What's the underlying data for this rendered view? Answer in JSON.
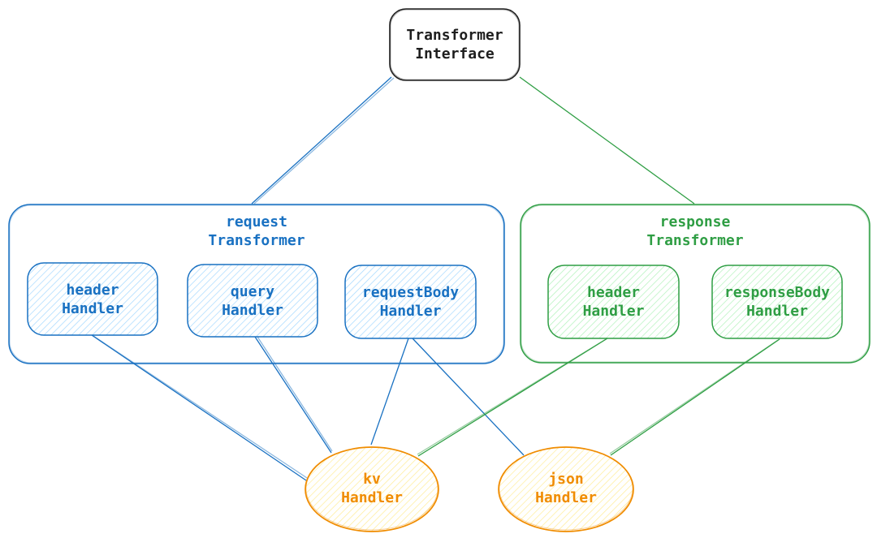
{
  "colors": {
    "black": "#1e1e1e",
    "blue": "#1971c2",
    "blue_fill": "#a5d8ff",
    "green": "#2f9e44",
    "green_fill": "#b2f2bb",
    "orange": "#f08c00",
    "orange_fill": "#ffec99"
  },
  "nodes": {
    "interface": {
      "line1": "Transformer",
      "line2": "Interface"
    },
    "request_group": {
      "line1": "request",
      "line2": "Transformer"
    },
    "response_group": {
      "line1": "response",
      "line2": "Transformer"
    },
    "req_header": {
      "line1": "header",
      "line2": "Handler"
    },
    "req_query": {
      "line1": "query",
      "line2": "Handler"
    },
    "req_body": {
      "line1": "requestBody",
      "line2": "Handler"
    },
    "resp_header": {
      "line1": "header",
      "line2": "Handler"
    },
    "resp_body": {
      "line1": "responseBody",
      "line2": "Handler"
    },
    "kv": {
      "line1": "kv",
      "line2": "Handler"
    },
    "json": {
      "line1": "json",
      "line2": "Handler"
    }
  },
  "edges": [
    {
      "from": "interface",
      "to": "request_group",
      "color": "blue"
    },
    {
      "from": "interface",
      "to": "response_group",
      "color": "green"
    },
    {
      "from": "req_header",
      "to": "kv",
      "color": "blue"
    },
    {
      "from": "req_query",
      "to": "kv",
      "color": "blue"
    },
    {
      "from": "req_body",
      "to": "kv",
      "color": "blue"
    },
    {
      "from": "req_body",
      "to": "json",
      "color": "blue"
    },
    {
      "from": "resp_header",
      "to": "kv",
      "color": "green"
    },
    {
      "from": "resp_body",
      "to": "json",
      "color": "green"
    }
  ]
}
